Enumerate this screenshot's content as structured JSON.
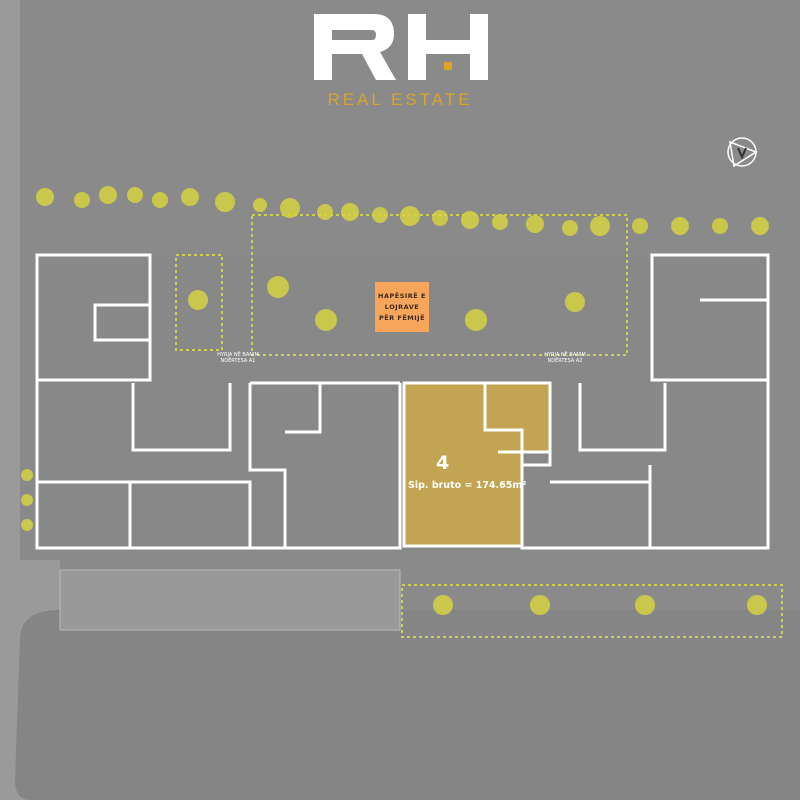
{
  "logo": {
    "mark": "RH",
    "subtitle": "REAL ESTATE"
  },
  "playground": {
    "lines": [
      "HAPËSIRË E",
      "LOJRAVE",
      "PËR FËMIJË"
    ]
  },
  "entrances": [
    {
      "line1": "HYRJA NË BANIM",
      "line2": "NDËRTESA A1"
    },
    {
      "line1": "HYRJA NË BANIM",
      "line2": "NDËRTESA A2"
    }
  ],
  "selected_unit": {
    "number": "4",
    "area_label": "Sip. bruto = 174.65m²"
  },
  "colors": {
    "background": "#8a8a8a",
    "walls": "#ffffff",
    "unit_highlight": "#c2a453",
    "accent": "#d9a52a",
    "playground": "#f7a55b",
    "trees": "#d6d243"
  }
}
